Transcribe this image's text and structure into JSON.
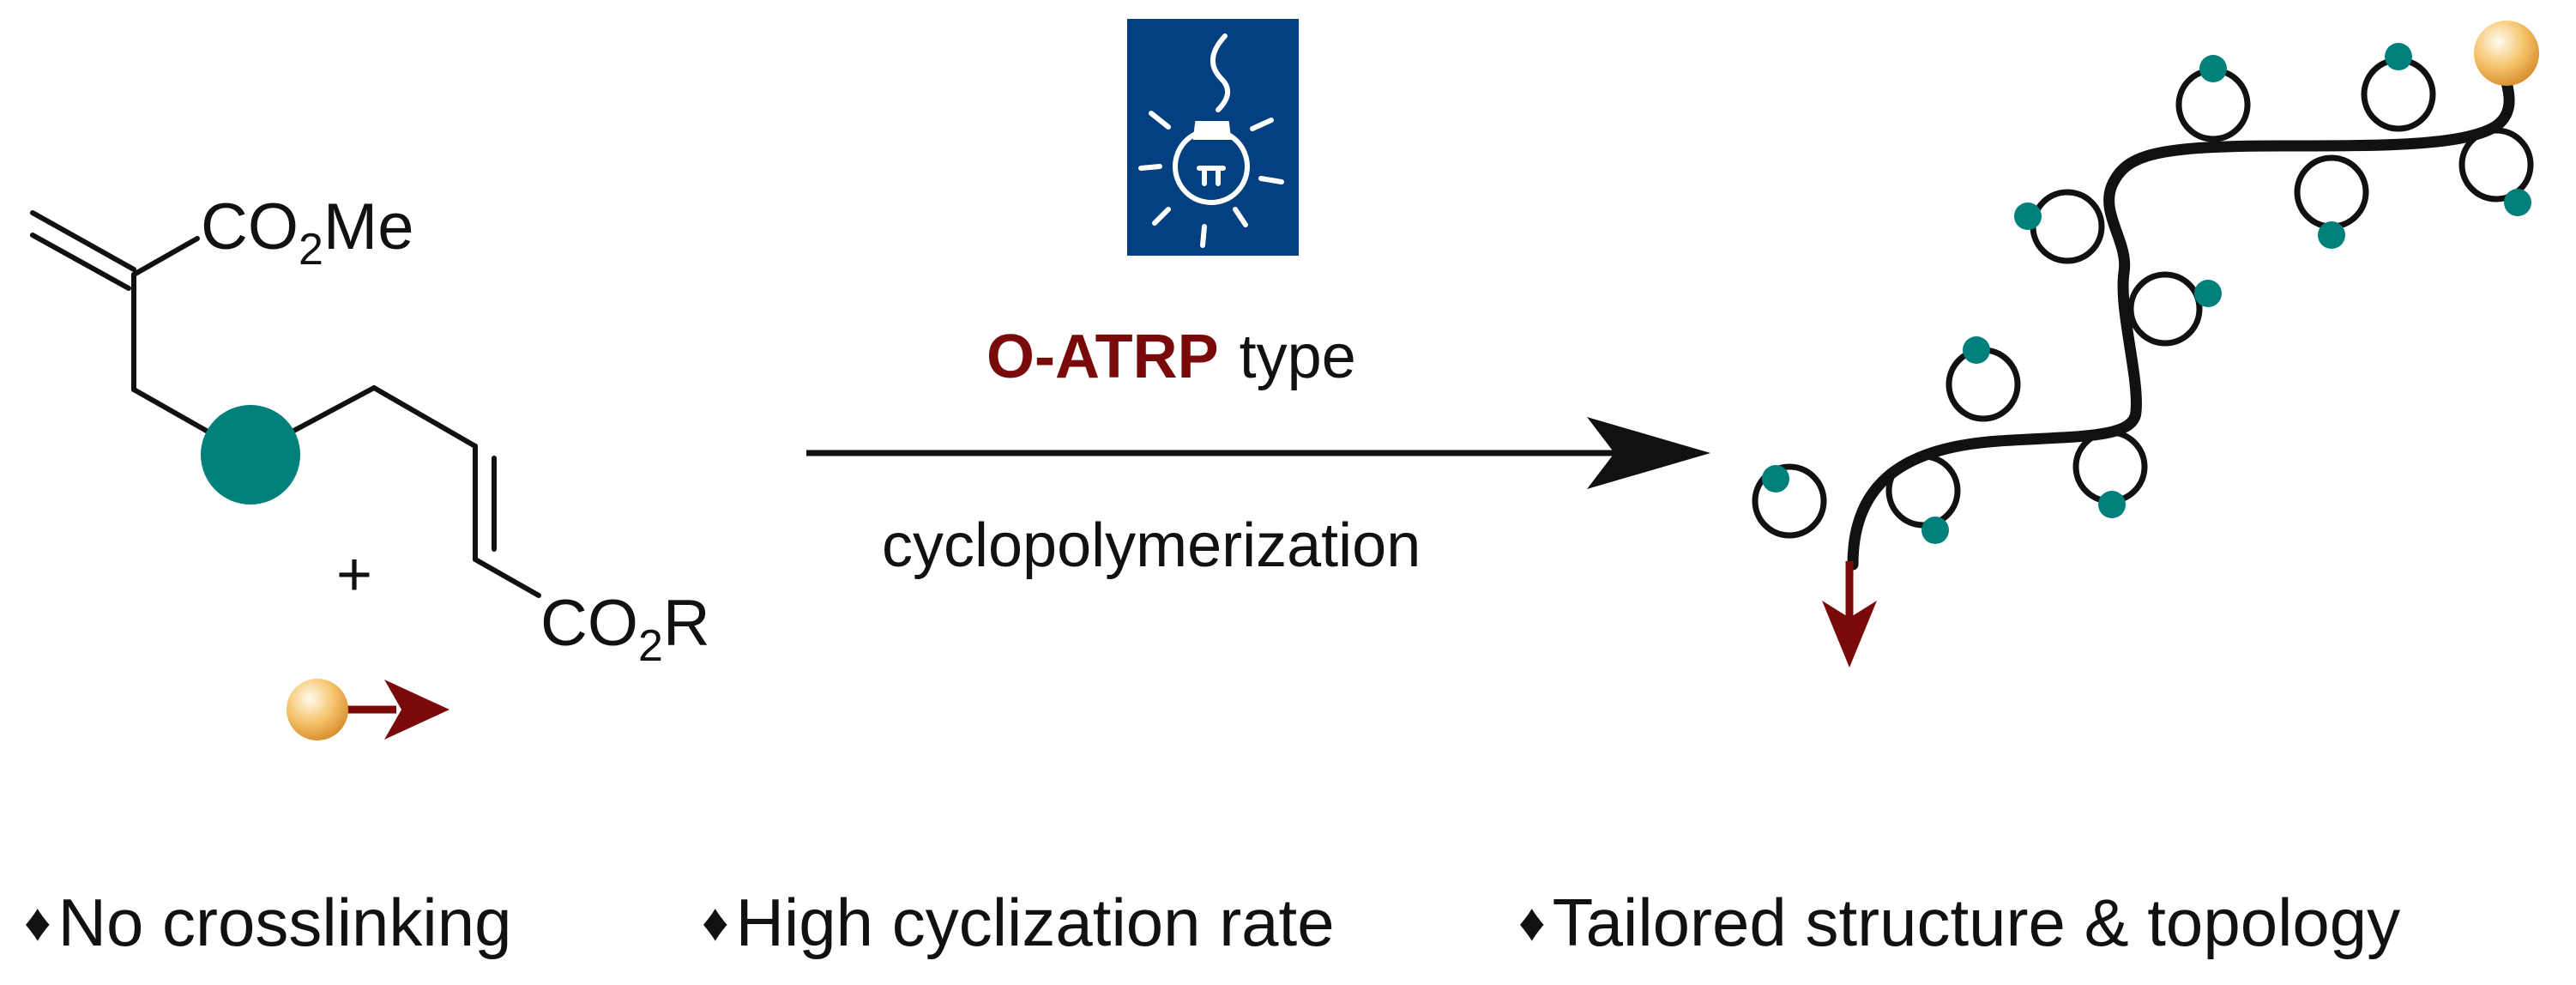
{
  "monomer": {
    "ester_top": {
      "main": "CO",
      "sub": "2",
      "tail": "Me"
    },
    "ester_bottom": {
      "main": "CO",
      "sub": "2",
      "tail": "R"
    },
    "plus": "+"
  },
  "reaction": {
    "method_highlight": "O-ATRP",
    "method_suffix": "type",
    "process": "cyclopolymerization"
  },
  "features": [
    {
      "symbol": "♦",
      "text": "No crosslinking"
    },
    {
      "symbol": "♦",
      "text": "High cyclization rate"
    },
    {
      "symbol": "♦",
      "text": "Tailored structure & topology"
    }
  ],
  "colors": {
    "teal": "#00807a",
    "dark_red": "#7a0a0a",
    "navy": "#04407f",
    "sphere_gold": "#f2b457",
    "ink": "#111111"
  },
  "icons": [
    "light-bulb-icon",
    "initiator-sphere-icon",
    "arrow-icon"
  ]
}
